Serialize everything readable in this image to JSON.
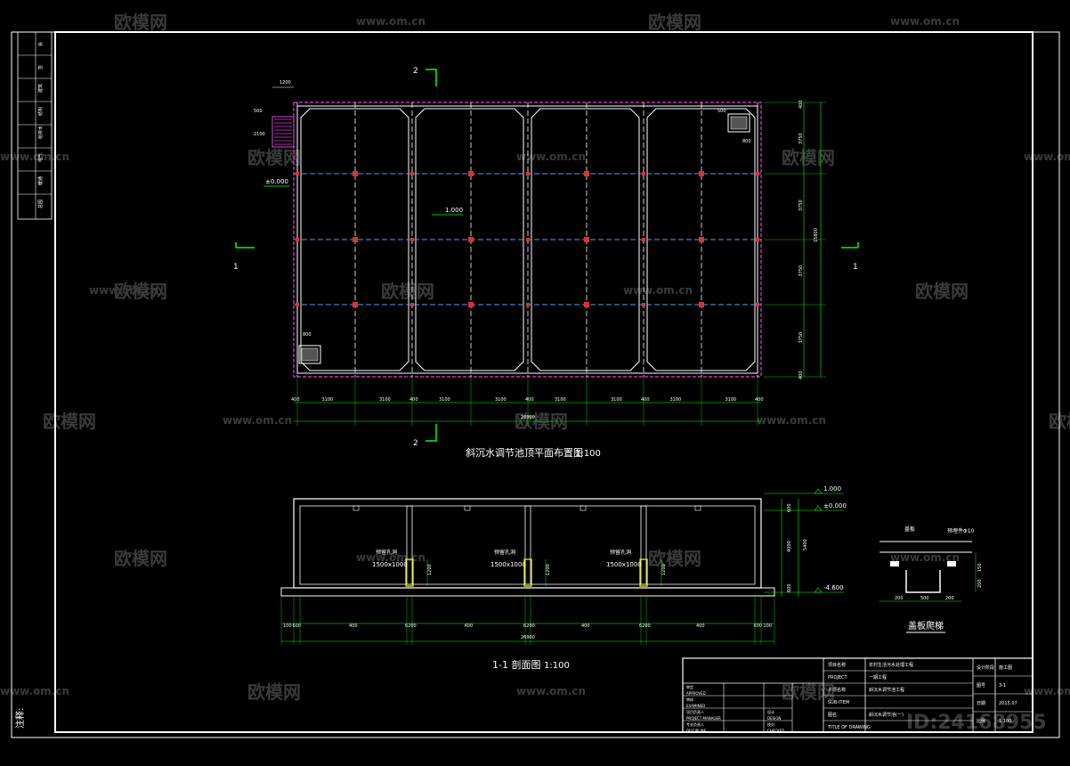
{
  "watermark": {
    "brand": "欧模网",
    "url": "www.om.cn",
    "id_text": "ID:24168955"
  },
  "plan": {
    "title": "斜沉水调节池顶平面布置图",
    "scale": "1:100",
    "section_marks": {
      "left": "1",
      "right": "1",
      "top": "2",
      "bottom": "2"
    },
    "elevation_top": "±0.000",
    "elevation_inner": "1.000",
    "dims_bottom": [
      "400",
      "3100",
      "3100",
      "400",
      "3100",
      "3100",
      "400",
      "3100",
      "3100",
      "400",
      "3100",
      "3100",
      "400"
    ],
    "dim_total_width": "26900",
    "dims_right": [
      "400",
      "3750",
      "3750",
      "3750",
      "3750",
      "400"
    ],
    "dim_total_height": "15800",
    "stair_dims": {
      "width": "1200",
      "top": "500",
      "height": "2100"
    },
    "manhole_dims": {
      "a": "800",
      "b": "500",
      "c": "800"
    }
  },
  "section": {
    "title": "1-1 剖面图",
    "scale": "1:100",
    "elevations": [
      "1.000",
      "±0.000",
      "-4.600"
    ],
    "dims_right": [
      "600",
      "4000",
      "600"
    ],
    "dim_total_height": "5400",
    "openings": [
      {
        "label": "预留孔洞",
        "size": "1500x1000",
        "dim": "1200"
      },
      {
        "label": "预留孔洞",
        "size": "1500x1000",
        "dim": "1200"
      },
      {
        "label": "预留孔洞",
        "size": "1500x1000",
        "dim": "1200"
      }
    ],
    "dims_bottom": [
      "100",
      "600",
      "400",
      "6200",
      "400",
      "6200",
      "400",
      "6200",
      "400",
      "600",
      "100"
    ],
    "dim_total_width": "26900"
  },
  "detail": {
    "title": "盖板爬梯",
    "label_top": "盖板",
    "label_right": "预埋件Φ10",
    "dims": [
      "200",
      "500",
      "200",
      "150",
      "200"
    ]
  },
  "title_block": {
    "rows": [
      {
        "label": "项目名称",
        "value": "农村生活污水处理工程"
      },
      {
        "label": "PROJECT",
        "value": "一期工程"
      },
      {
        "label": "子项名称",
        "value": "斜沉水调节池工程"
      },
      {
        "label": "SUB-ITEM",
        "value": ""
      },
      {
        "label": "图名",
        "value": "斜沉水调节池(一)"
      },
      {
        "label": "TITLE OF DRAWING",
        "value": ""
      }
    ],
    "left_cells": [
      "审定",
      "APPROVED",
      "审核",
      "EXAMINED",
      "项目负责人",
      "PROJECT MANAGER",
      "专业负责人",
      "DISCIPLINE"
    ],
    "mid_cells": [
      "设计",
      "DESIGN",
      "校对",
      "CHECKED"
    ],
    "right_cells": [
      "设计阶段",
      "施工图",
      "图号",
      "3-1",
      "日期",
      "2015.07",
      "比例",
      "1:100"
    ]
  },
  "side_table": {
    "cells": [
      "会",
      "签",
      "建筑",
      "结构",
      "给排水",
      "电气",
      "暖通",
      "总图"
    ]
  },
  "note_label": "注释:"
}
